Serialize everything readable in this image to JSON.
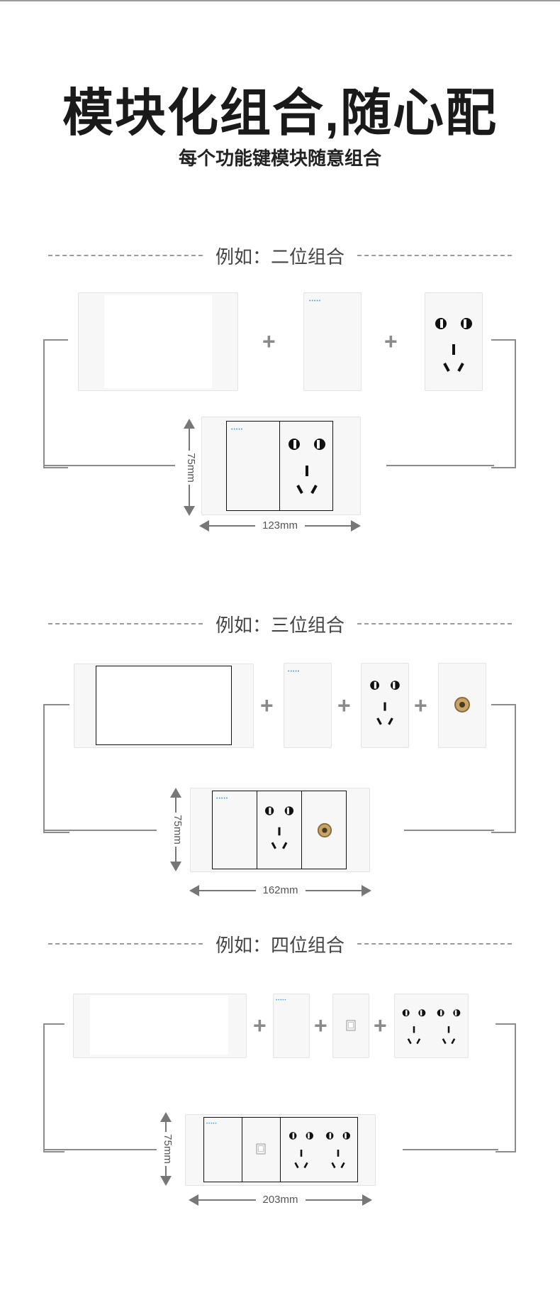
{
  "header": {
    "title": "模块化组合,随心配",
    "subtitle": "每个功能键模块随意组合"
  },
  "sections": [
    {
      "label": "例如：二位组合",
      "width_text": "123mm",
      "height_text": "75mm"
    },
    {
      "label": "例如：三位组合",
      "width_text": "162mm",
      "height_text": "75mm"
    },
    {
      "label": "例如：四位组合",
      "width_text": "203mm",
      "height_text": "75mm"
    }
  ],
  "symbols": {
    "plus": "+",
    "led_dots": "•••••"
  },
  "colors": {
    "title": "#1a1a1a",
    "panel": "#f7f7f7",
    "line": "#8c8c8c",
    "indicator": "#4aa3d6",
    "coax": "#8a6a3a"
  },
  "icons": [
    "five-hole-socket-icon",
    "tv-coax-icon",
    "network-jack-icon",
    "switch-indicator-icon",
    "arrow-icon"
  ]
}
